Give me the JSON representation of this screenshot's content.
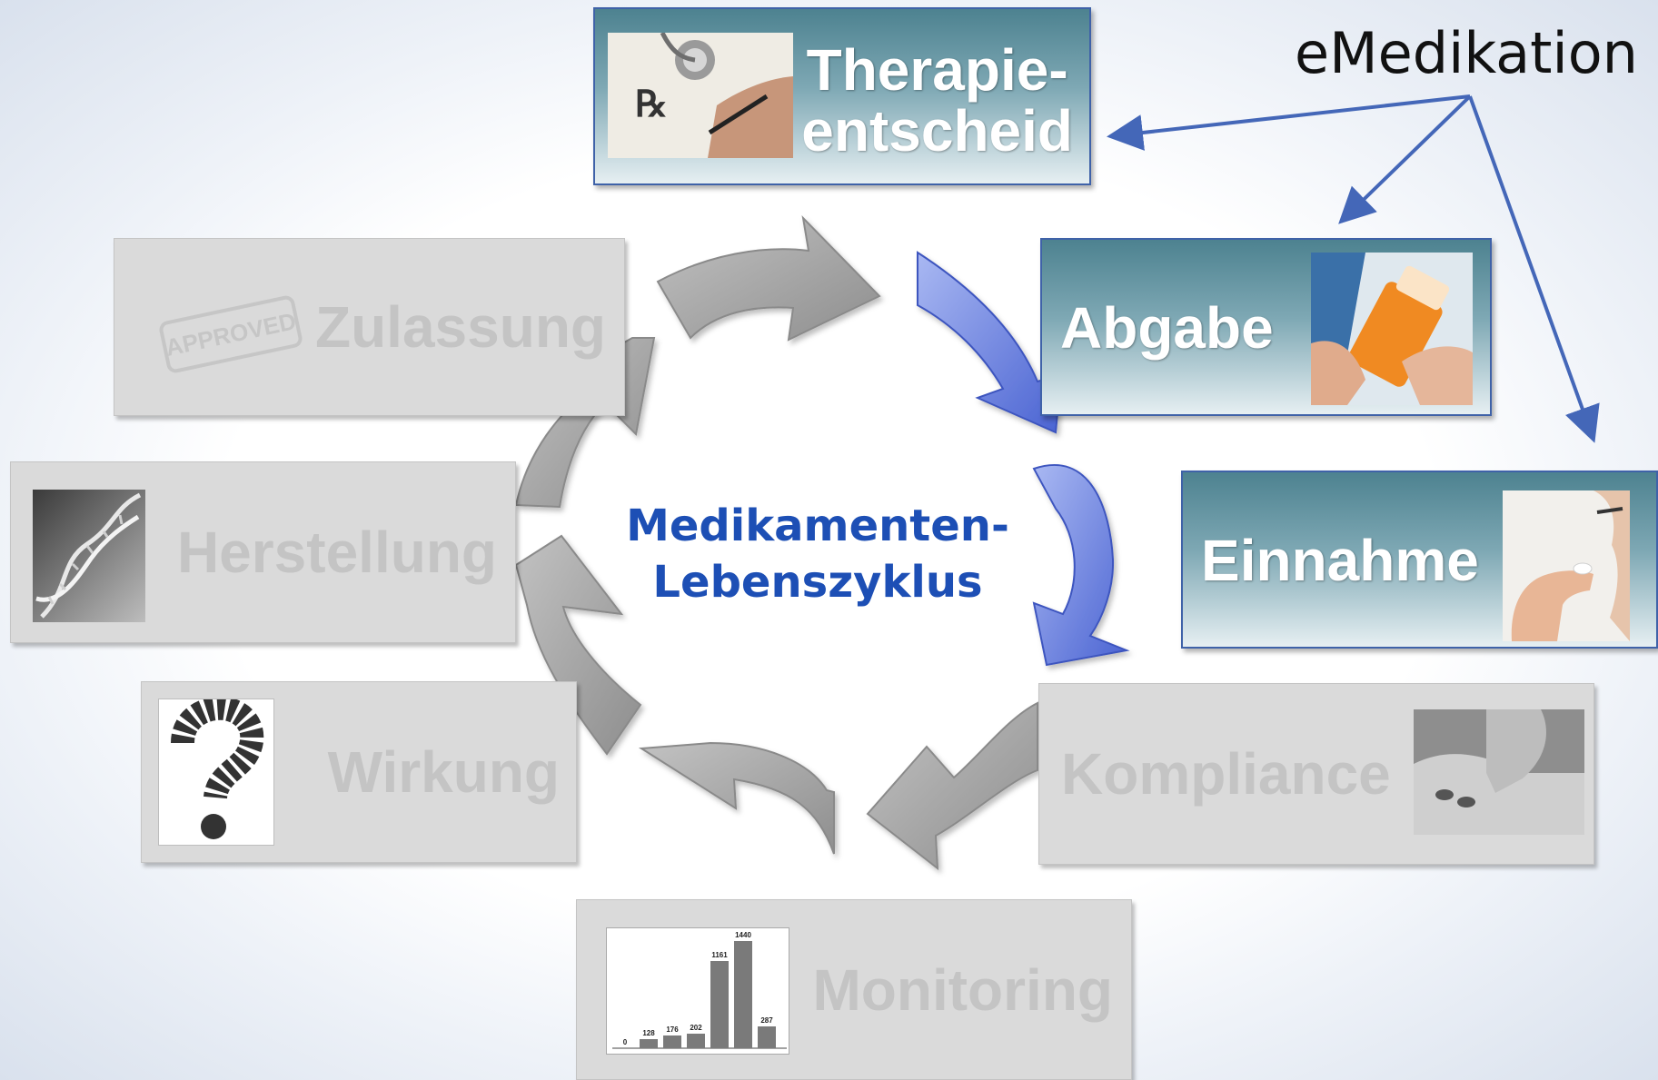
{
  "diagram": {
    "center_title": [
      "Medikamenten-",
      "Lebenszyklus"
    ],
    "annotation": "eMedikation",
    "steps": {
      "therapieentscheid": [
        "Therapie-",
        "entscheid"
      ],
      "abgabe": "Abgabe",
      "einnahme": "Einnahme",
      "kompliance": "Kompliance",
      "monitoring": "Monitoring",
      "wirkung": "Wirkung",
      "herstellung": "Herstellung",
      "zulassung": "Zulassung"
    },
    "stamp_text": "APPROVED",
    "mini_chart": {
      "bar_labels": [
        "0",
        "128",
        "176",
        "202",
        "1161",
        "1440",
        "287"
      ]
    },
    "colors": {
      "active_box": "#5f909d",
      "active_border": "#3f62a8",
      "inactive_box": "#dadada",
      "inactive_text": "#c4c4c4",
      "title_blue": "#1d4fb5",
      "arrow_blue": "#5b73d8",
      "arrow_grey": "#a8a8a8"
    }
  }
}
